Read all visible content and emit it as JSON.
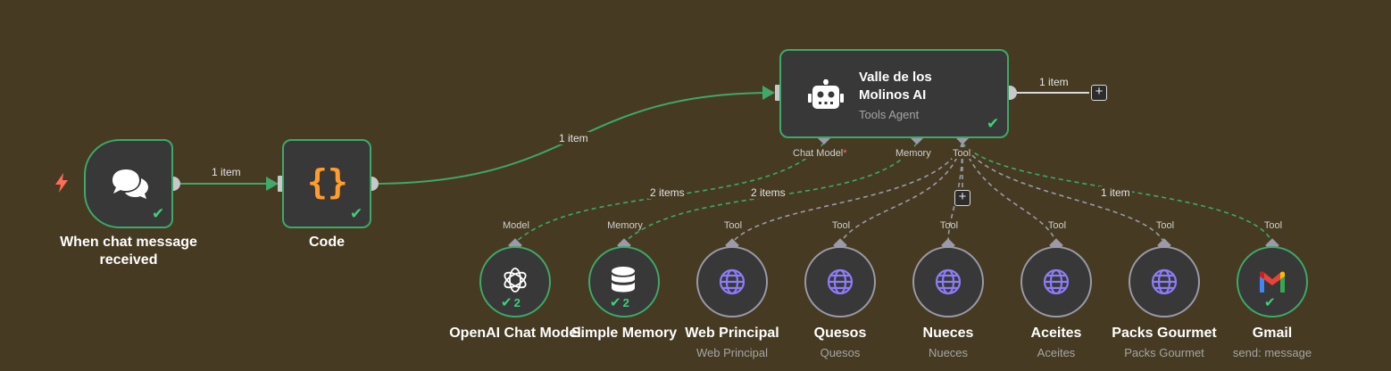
{
  "colors": {
    "canvas_bg": "#463b22",
    "node_bg": "#383838",
    "success": "#3fa86a",
    "subnode_border_default": "#9a9aa8",
    "tool_icon": "#8d7cf5",
    "trigger_icon": "#ff6d5a",
    "code_icon": "#ff9c2b"
  },
  "nodes": {
    "trigger": {
      "label_line1": "When chat message",
      "label_line2": "received",
      "icon": "chat-bubbles-icon"
    },
    "code": {
      "label": "Code",
      "icon": "curly-braces-icon"
    },
    "agent": {
      "title_line1": "Valle de los",
      "title_line2": "Molinos AI",
      "subtitle": "Tools Agent",
      "icon": "robot-icon"
    }
  },
  "agent_ports": {
    "chat_model": "Chat Model",
    "required_mark": "*",
    "memory": "Memory",
    "tool": "Tool"
  },
  "subnodes": [
    {
      "id": "openai",
      "label": "OpenAI Chat Model",
      "subtitle": "",
      "port": "Model",
      "icon": "openai-icon",
      "badge": "2"
    },
    {
      "id": "memory",
      "label": "Simple Memory",
      "subtitle": "",
      "port": "Memory",
      "icon": "database-icon",
      "badge": "2"
    },
    {
      "id": "web",
      "label": "Web Principal",
      "subtitle": "Web Principal",
      "port": "Tool",
      "icon": "globe-icon"
    },
    {
      "id": "quesos",
      "label": "Quesos",
      "subtitle": "Quesos",
      "port": "Tool",
      "icon": "globe-icon"
    },
    {
      "id": "nueces",
      "label": "Nueces",
      "subtitle": "Nueces",
      "port": "Tool",
      "icon": "globe-icon"
    },
    {
      "id": "aceites",
      "label": "Aceites",
      "subtitle": "Aceites",
      "port": "Tool",
      "icon": "globe-icon"
    },
    {
      "id": "packs",
      "label": "Packs Gourmet",
      "subtitle": "Packs Gourmet",
      "port": "Tool",
      "icon": "globe-icon"
    },
    {
      "id": "gmail",
      "label": "Gmail",
      "subtitle": "send: message",
      "port": "Tool",
      "icon": "gmail-icon"
    }
  ],
  "edge_labels": {
    "trigger_to_code": "1 item",
    "code_to_agent": "1 item",
    "agent_output": "1 item",
    "model": "2 items",
    "memory": "2 items",
    "gmail": "1 item"
  },
  "add_symbol": "+"
}
